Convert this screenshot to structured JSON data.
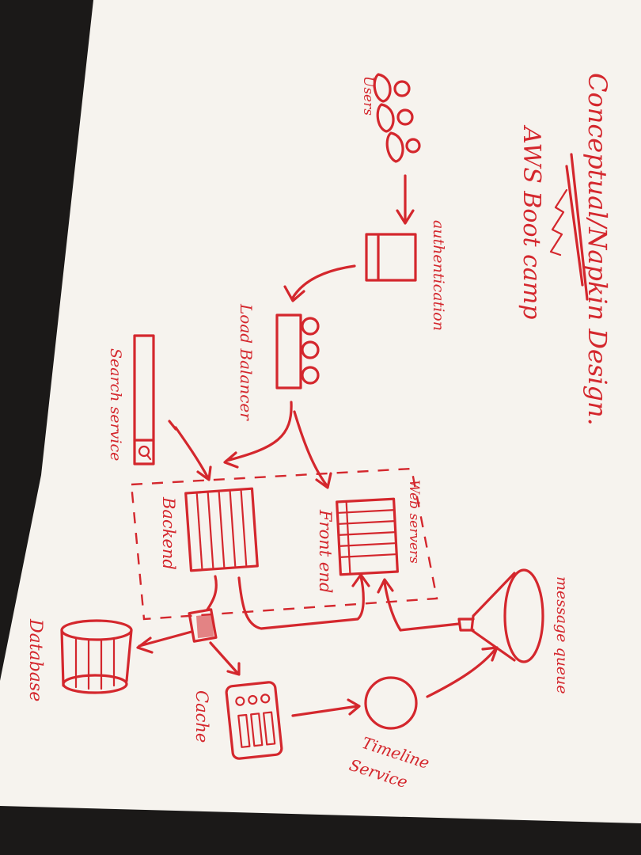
{
  "title": {
    "line1": "Conceptual/Napkin Design.",
    "line2": "AWS Boot camp"
  },
  "components": {
    "users": "Users",
    "authentication": "authentication",
    "load_balancer": "Load Balancer",
    "search_service": "Search service",
    "backend": "Backend",
    "frontend": "Front end",
    "web_servers": "Web servers",
    "database": "Database",
    "cache": "Cache",
    "timeline_service_line1": "Timeline",
    "timeline_service_line2": "Service",
    "message_queue": "message queue"
  },
  "colors": {
    "ink": "#d4272d",
    "paper": "#f6f3ee",
    "table": "#1b1918"
  }
}
